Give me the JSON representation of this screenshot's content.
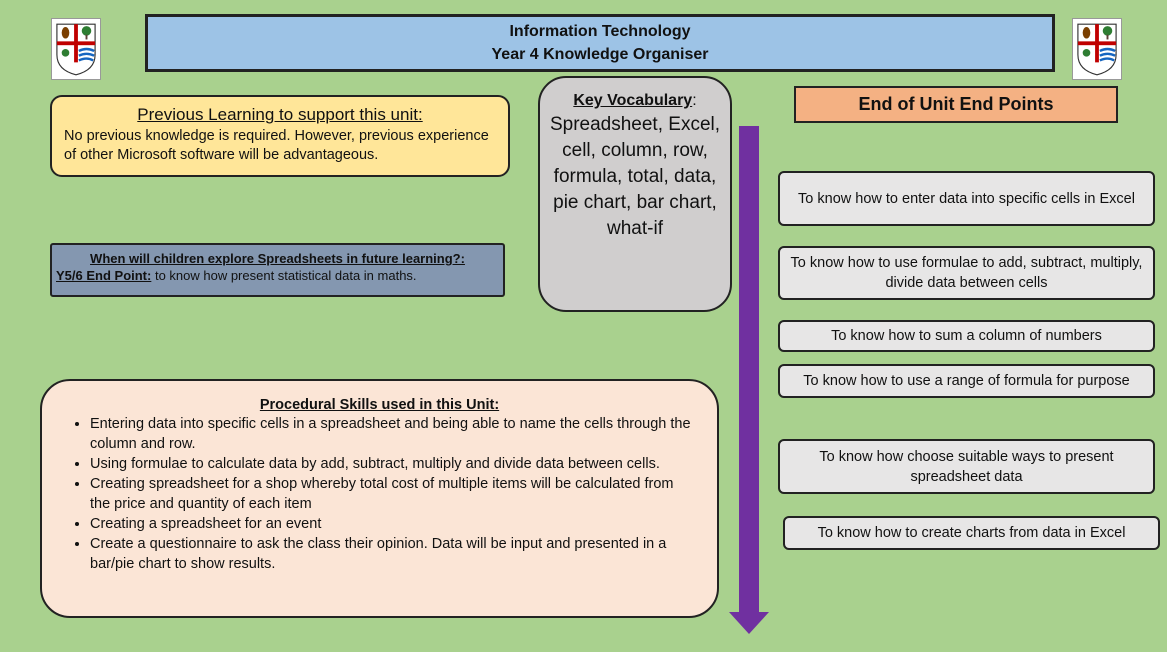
{
  "header": {
    "line1": "Information Technology",
    "line2": "Year 4 Knowledge Organiser"
  },
  "crest": {
    "icon": "school-crest-icon"
  },
  "previous_learning": {
    "heading": "Previous Learning to support this unit:",
    "body": "No previous knowledge is required. However, previous experience of other Microsoft software will be advantageous."
  },
  "future_learning": {
    "heading": "When will children explore Spreadsheets in future learning?:",
    "end_label": "Y5/6 End Point:",
    "end_text": " to know how present statistical data in maths."
  },
  "vocabulary": {
    "heading": "Key Vocabulary",
    "colon": ":",
    "words": "Spreadsheet, Excel, cell, column, row, formula, total, data, pie chart, bar chart, what-if"
  },
  "procedural": {
    "heading": "Procedural Skills used in this Unit:",
    "items": [
      "Entering data into specific cells in a spreadsheet and being able to name the cells through the column and row.",
      "Using formulae to calculate data by add, subtract, multiply and divide data between cells.",
      "Creating spreadsheet for a shop whereby total cost of multiple items will be calculated from the price and quantity of each item",
      "Creating a spreadsheet for an event",
      "Create a questionnaire to ask the class their opinion. Data will be input and presented in a bar/pie chart to show results."
    ]
  },
  "end_points": {
    "heading": "End of Unit End Points",
    "items": [
      "To know how to enter data into specific cells in Excel",
      "To know how to use formulae to add, subtract, multiply, divide data between cells",
      "To know how to sum a column of numbers",
      "To know how to use a range of formula for purpose",
      "To know how choose suitable ways to present spreadsheet data",
      "To know how to create charts from data in Excel"
    ]
  },
  "colors": {
    "background": "#a9d18e",
    "title": "#9dc3e6",
    "previous": "#ffe699",
    "future": "#8497b0",
    "vocab": "#d0cece",
    "procedural": "#fbe5d6",
    "end_head": "#f4b183",
    "end_box": "#e7e6e6",
    "arrow": "#7030a0"
  }
}
